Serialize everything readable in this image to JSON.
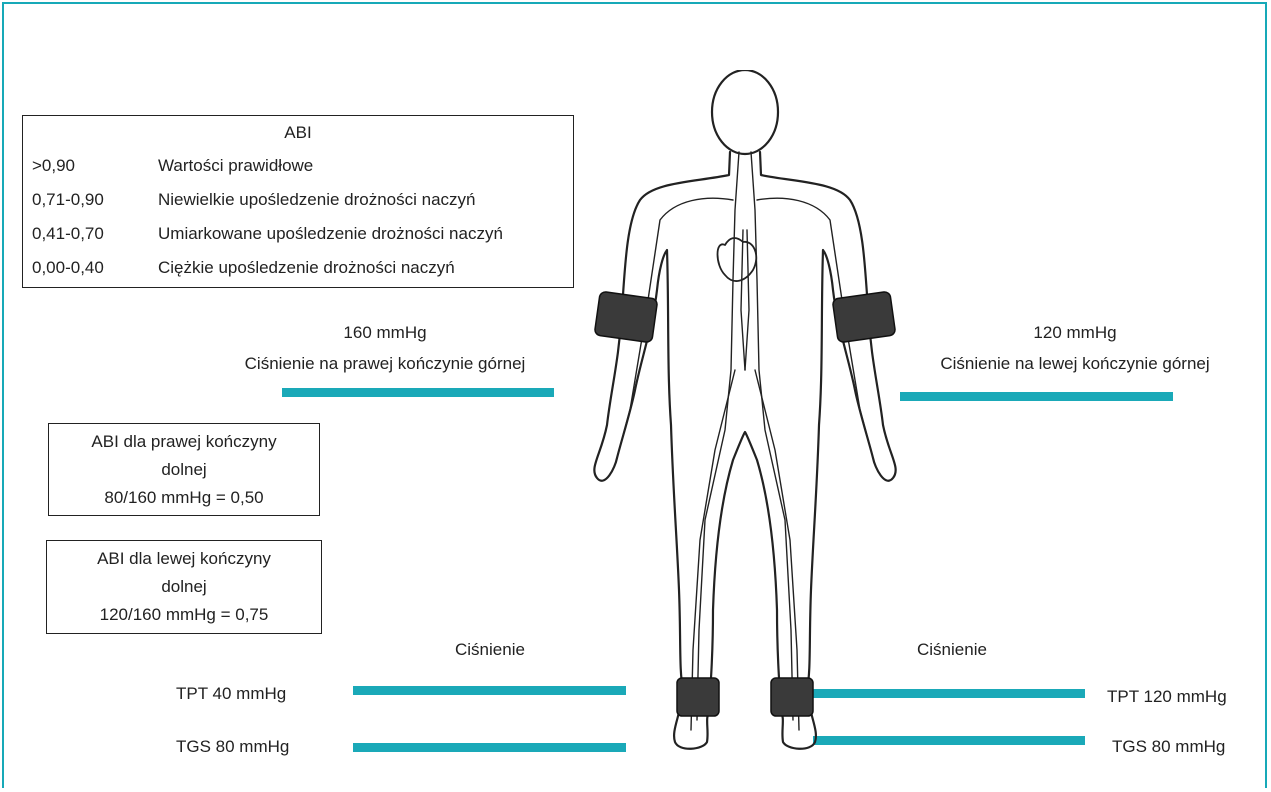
{
  "legend": {
    "title": "ABI",
    "rows": [
      {
        "range": ">0,90",
        "desc": "Wartości prawidłowe"
      },
      {
        "range": "0,71-0,90",
        "desc": "Niewielkie upośledzenie drożności naczyń"
      },
      {
        "range": "0,41-0,70",
        "desc": "Umiarkowane upośledzenie drożności naczyń"
      },
      {
        "range": "0,00-0,40",
        "desc": "Ciężkie upośledzenie drożności naczyń"
      }
    ]
  },
  "right_upper": {
    "value": "160 mmHg",
    "label": "Ciśnienie na prawej kończynie górnej"
  },
  "left_upper": {
    "value": "120 mmHg",
    "label": "Ciśnienie na lewej kończynie górnej"
  },
  "abi_right": {
    "line1": "ABI dla prawej kończyny",
    "line2": "dolnej",
    "line3": "80/160 mmHg = 0,50"
  },
  "abi_left": {
    "line1": "ABI dla lewej kończyny",
    "line2": "dolnej",
    "line3": "120/160 mmHg = 0,75"
  },
  "right_lower": {
    "heading": "Ciśnienie",
    "tpt": "TPT 40 mmHg",
    "tgs": "TGS 80 mmHg"
  },
  "left_lower": {
    "heading": "Ciśnienie",
    "tpt": "TPT 120 mmHg",
    "tgs": "TGS 80 mmHg"
  },
  "colors": {
    "accent": "#1aa9b8",
    "cuff": "#3a3a3a"
  }
}
